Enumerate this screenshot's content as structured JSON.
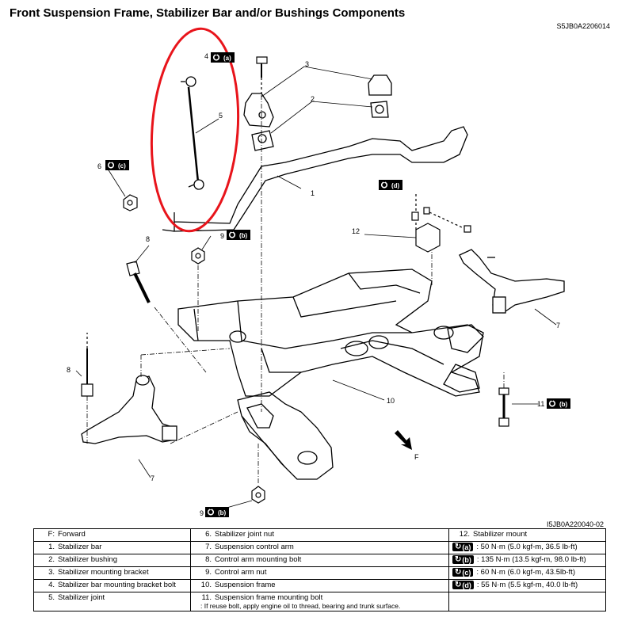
{
  "title": "Front Suspension Frame, Stabilizer Bar and/or Bushings Components",
  "figure_code_top": "S5JB0A2206014",
  "figure_code_bottom": "I5JB0A220040-02",
  "wrench_icon": "torque-wrench-icon",
  "callouts": {
    "c1": "1",
    "c2": "2",
    "c3": "3",
    "c4": "4",
    "c5": "5",
    "c6": "6",
    "c7a": "7",
    "c7b": "7",
    "c8a": "8",
    "c8b": "8",
    "c9a": "9",
    "c9b": "9",
    "c10": "10",
    "c11": "11",
    "c12": "12",
    "forward": "F"
  },
  "torque_badges": {
    "b4": "(a)",
    "b6": "(c)",
    "b9a": "(b)",
    "b9b": "(b)",
    "b11": "(b)",
    "b12": "(d)"
  },
  "legend": {
    "col1": [
      {
        "num": "F:",
        "text": "Forward"
      },
      {
        "num": "1.",
        "text": "Stabilizer bar"
      },
      {
        "num": "2.",
        "text": "Stabilizer bushing"
      },
      {
        "num": "3.",
        "text": "Stabilizer mounting bracket"
      },
      {
        "num": "4.",
        "text": "Stabilizer bar mounting bracket bolt"
      },
      {
        "num": "5.",
        "text": "Stabilizer joint"
      }
    ],
    "col2": [
      {
        "num": "6.",
        "text": "Stabilizer joint nut"
      },
      {
        "num": "7.",
        "text": "Suspension control arm"
      },
      {
        "num": "8.",
        "text": "Control arm mounting bolt"
      },
      {
        "num": "9.",
        "text": "Control arm nut"
      },
      {
        "num": "10.",
        "text": "Suspension frame"
      },
      {
        "num": "11.",
        "text": "Suspension frame mounting bolt",
        "note": ": If reuse bolt, apply engine oil to thread, bearing and trunk surface."
      }
    ],
    "col3_header": {
      "num": "12.",
      "text": "Stabilizer mount"
    },
    "torques": [
      {
        "label": "(a)",
        "sep": ":",
        "text": "50 N·m (5.0 kgf-m, 36.5 lb-ft)"
      },
      {
        "label": "(b)",
        "sep": ":",
        "text": "135 N·m (13.5 kgf-m, 98.0 lb-ft)"
      },
      {
        "label": "(c)",
        "sep": ":",
        "text": "60 N·m (6.0 kgf-m, 43.5lb-ft)"
      },
      {
        "label": "(d)",
        "sep": ":",
        "text": "55 N·m (5.5 kgf-m, 40.0 lb-ft)"
      }
    ]
  },
  "colors": {
    "highlight": "#e8141b",
    "line": "#000000"
  }
}
